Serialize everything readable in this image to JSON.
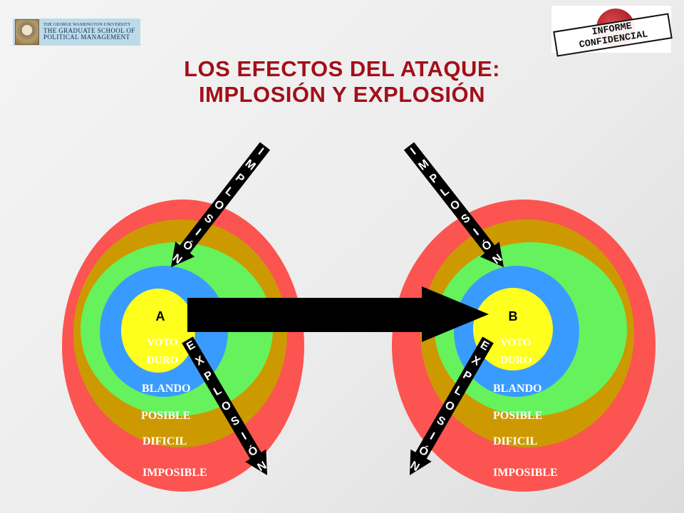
{
  "logo_left": {
    "line1": "THE GEORGE WASHINGTON UNIVERSITY",
    "line2": "THE GRADUATE SCHOOL OF",
    "line3": "POLITICAL MANAGEMENT"
  },
  "logo_right": {
    "text": "INFORME CONFIDENCIAL"
  },
  "title": {
    "line1": "LOS EFECTOS DEL ATAQUE:",
    "line2": "IMPLOSIÓN Y EXPLOSIÓN"
  },
  "colors": {
    "outer": "#fc5450",
    "second": "#cc9a00",
    "third": "#66f25c",
    "fourth": "#3a9bff",
    "core": "#ffff1e",
    "arrow": "#000000",
    "title": "#a30f18"
  },
  "circle_a": {
    "letter": "A",
    "core_line1": "VOTO",
    "core_line2": "DURO",
    "ring1": "BLANDO",
    "ring2": "POSIBLE",
    "ring3": "DIFICIL",
    "ring4": "IMPOSIBLE"
  },
  "circle_b": {
    "letter": "B",
    "core_line1": "VOTO",
    "core_line2": "DURO",
    "ring1": "BLANDO",
    "ring2": "POSIBLE",
    "ring3": "DIFICIL",
    "ring4": "IMPOSIBLE"
  },
  "arrows": {
    "implosion": "IMPLOSIÓN",
    "explosion": "EXPLOSIÓN"
  }
}
